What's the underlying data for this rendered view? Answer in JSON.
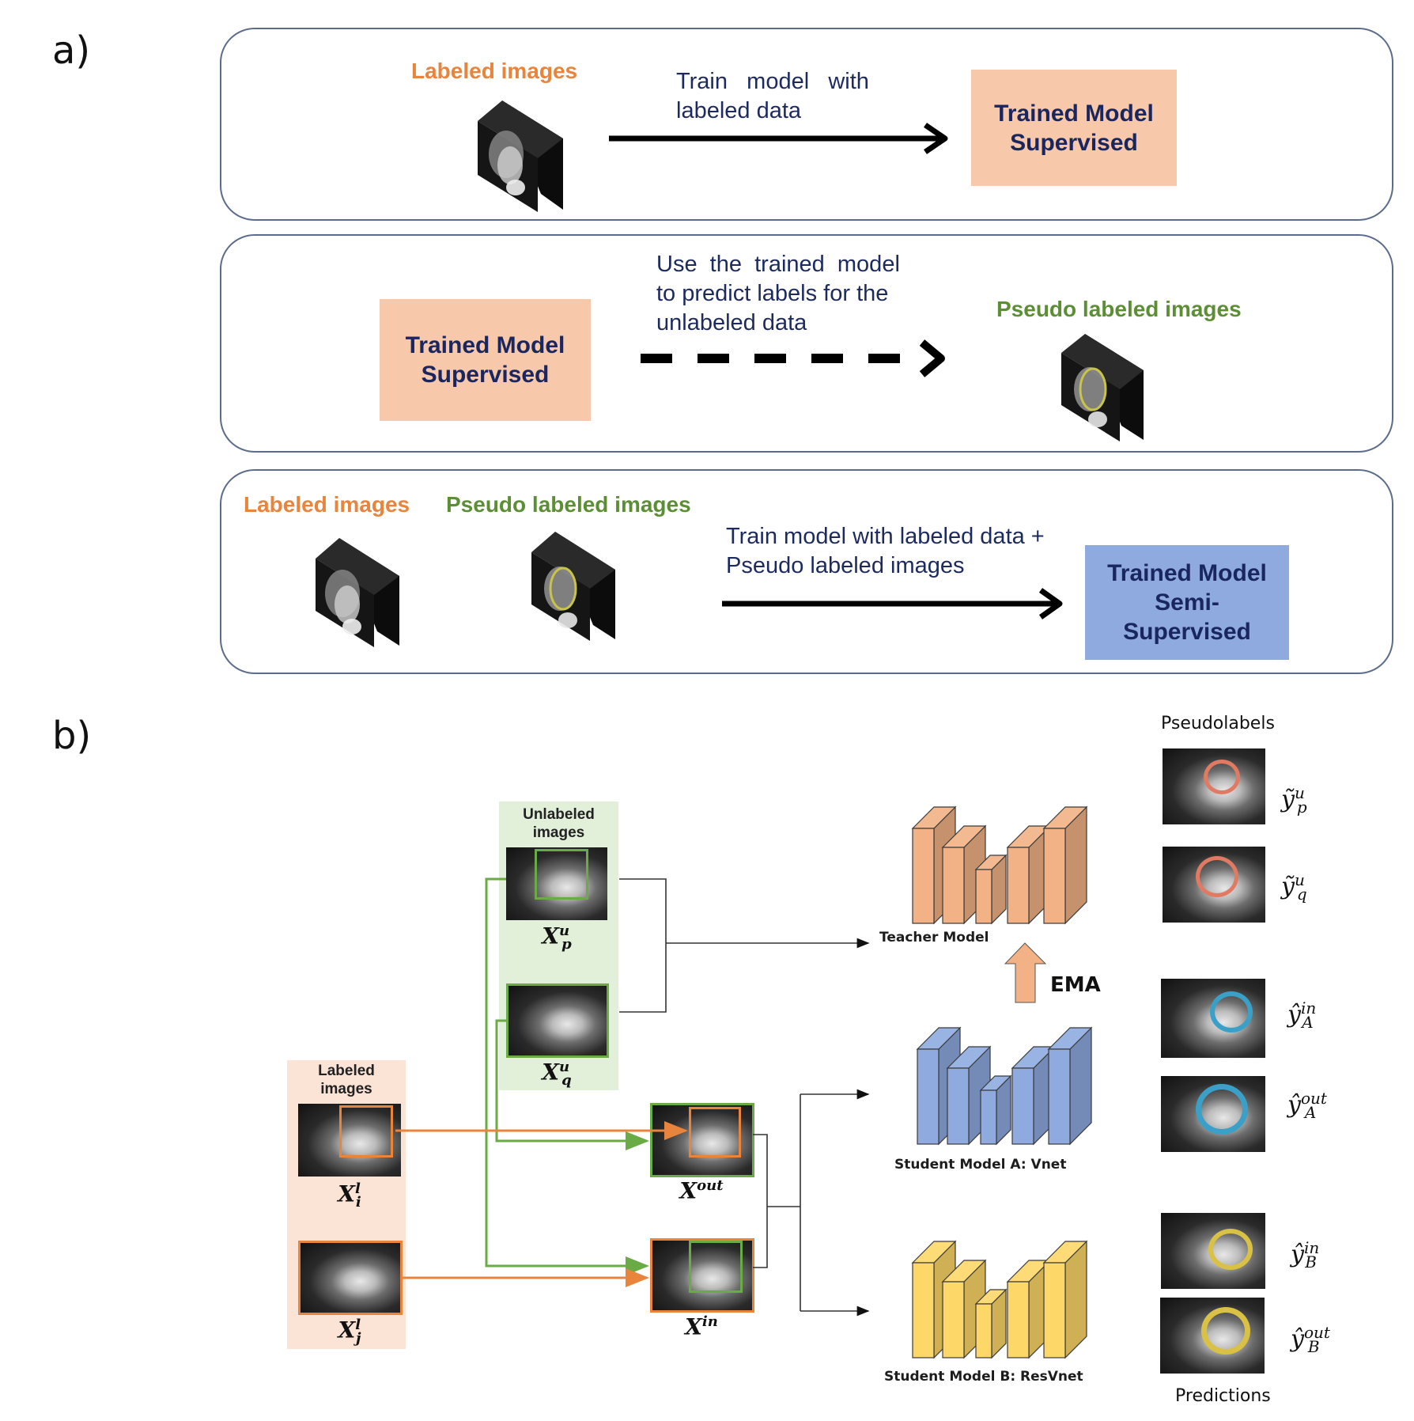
{
  "panel_labels": {
    "a": "a)",
    "b": "b)"
  },
  "section_a": {
    "stage1": {
      "input_label": "Labeled images",
      "description_line1": "Train   model   with",
      "description_line2": "labeled data",
      "output_box_line1": "Trained Model",
      "output_box_line2": "Supervised",
      "arrow_style": "solid"
    },
    "stage2": {
      "input_box_line1": "Trained Model",
      "input_box_line2": "Supervised",
      "description_line1": "Use  the  trained  model",
      "description_line2": "to predict labels for the",
      "description_line3": "unlabeled data",
      "output_label": "Pseudo labeled images",
      "arrow_style": "dashed"
    },
    "stage3": {
      "input_label_1": "Labeled images",
      "input_label_2": "Pseudo labeled images",
      "description_line1": "Train model with labeled data +",
      "description_line2": "Pseudo labeled images",
      "output_box_line1": "Trained Model",
      "output_box_line2": "Semi-",
      "output_box_line3": "Supervised",
      "arrow_style": "solid"
    }
  },
  "section_b": {
    "unlabeled_group": {
      "title_line1": "Unlabeled",
      "title_line2": "images",
      "images": [
        {
          "symbol": "X",
          "sup": "u",
          "sub": "p"
        },
        {
          "symbol": "X",
          "sup": "u",
          "sub": "q"
        }
      ]
    },
    "labeled_group": {
      "title_line1": "Labeled",
      "title_line2": "images",
      "images": [
        {
          "symbol": "X",
          "sup": "l",
          "sub": "i"
        },
        {
          "symbol": "X",
          "sup": "l",
          "sub": "j"
        }
      ]
    },
    "mixed_images": [
      {
        "symbol": "X",
        "sup": "out"
      },
      {
        "symbol": "X",
        "sup": "in"
      }
    ],
    "models": {
      "teacher": "Teacher Model",
      "student_a": "Student Model A: Vnet",
      "student_b": "Student Model B: ResVnet",
      "ema_label": "EMA"
    },
    "pseudolabels": {
      "title": "Pseudolabels",
      "items": [
        {
          "symbol": "ỹ",
          "sup": "u",
          "sub": "p"
        },
        {
          "symbol": "ỹ",
          "sup": "u",
          "sub": "q"
        }
      ]
    },
    "predictions": {
      "title": "Predictions",
      "items": [
        {
          "symbol": "ŷ",
          "sup": "in",
          "sub": "A"
        },
        {
          "symbol": "ŷ",
          "sup": "out",
          "sub": "A"
        },
        {
          "symbol": "ŷ",
          "sup": "in",
          "sub": "B"
        },
        {
          "symbol": "ŷ",
          "sup": "out",
          "sub": "B"
        }
      ]
    },
    "colors": {
      "labeled": "#e8843c",
      "unlabeled": "#6aab46",
      "teacher": "#f2b285",
      "student_a": "#8eaadf",
      "student_b": "#fdd767",
      "pseudolabel_ring": "#e07a62",
      "pred_a_ring": "#3aa0c8",
      "pred_b_ring": "#d8c144"
    }
  }
}
